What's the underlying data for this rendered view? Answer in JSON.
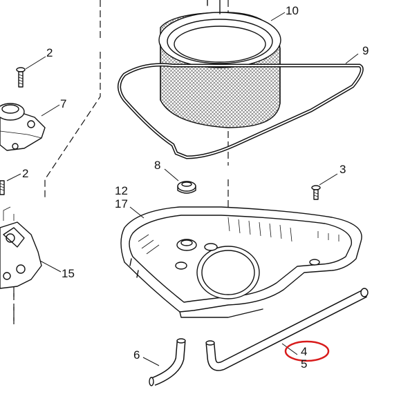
{
  "callouts": {
    "c2_top": "2",
    "c7": "7",
    "c2_mid": "2",
    "c15": "15",
    "c10": "10",
    "c9": "9",
    "c8": "8",
    "c3": "3",
    "c12": "12",
    "c17": "17",
    "c6": "6",
    "c4": "4",
    "c5": "5"
  },
  "colors": {
    "line": "#111111",
    "background": "#ffffff",
    "highlight_circle": "#d81b1b"
  }
}
